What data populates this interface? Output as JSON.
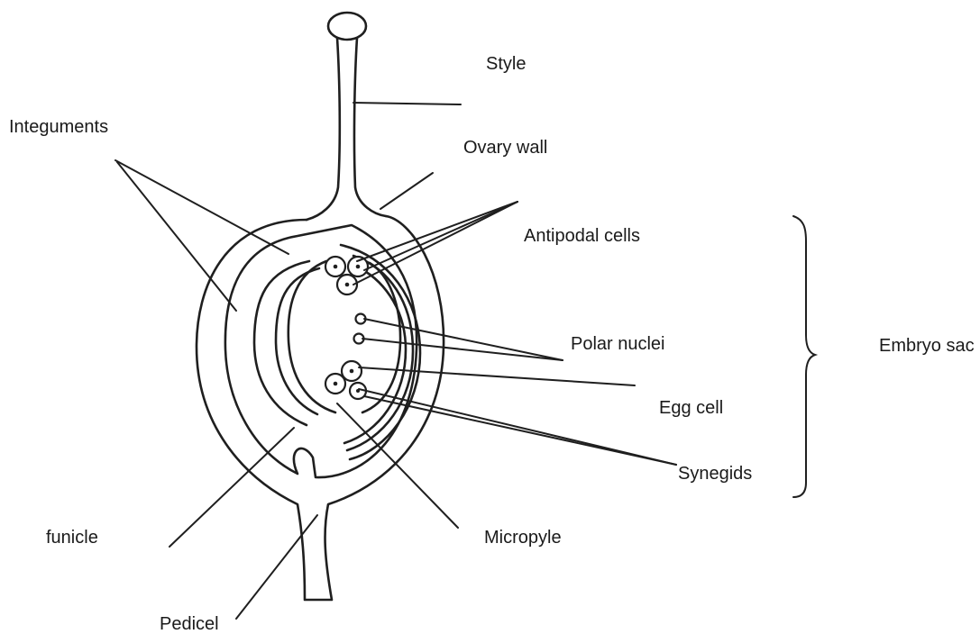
{
  "labels": {
    "style": "Style",
    "integuments": "Integuments",
    "ovary_wall": "Ovary wall",
    "antipodal_cells": "Antipodal cells",
    "embryo_sac": "Embryo sac",
    "polar_nuclei": "Polar nuclei",
    "egg_cell": "Egg cell",
    "synegids": "Synegids",
    "funicle": "funicle",
    "micropyle": "Micropyle",
    "pedicel": "Pedicel"
  }
}
